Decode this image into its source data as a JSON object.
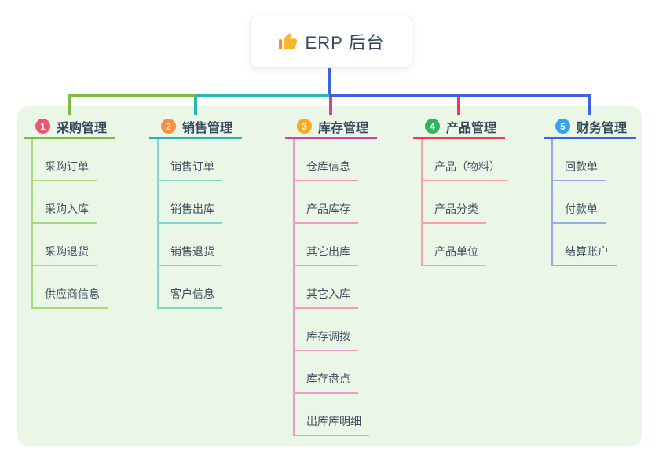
{
  "root": {
    "label": "ERP 后台",
    "icon": "thumbs-up-icon",
    "icon_color": "#f5b82a",
    "icon_cuff_color": "#e3952f"
  },
  "canvas": {
    "background": "#ffffff",
    "panel_background": "#ebf7e6",
    "connector_color": "#3e62e4",
    "title_text_color": "#36495c",
    "child_text_color": "#3d4f60"
  },
  "branches": [
    {
      "number": "1",
      "title": "采购管理",
      "badge_color": "#f25375",
      "line_color": "#7cbd3f",
      "child_line_color": "#abd781",
      "children": [
        "采购订单",
        "采购入库",
        "采购退货",
        "供应商信息"
      ]
    },
    {
      "number": "2",
      "title": "销售管理",
      "badge_color": "#fb8d41",
      "line_color": "#29b6ae",
      "child_line_color": "#82d5cf",
      "children": [
        "销售订单",
        "销售出库",
        "销售退货",
        "客户信息"
      ]
    },
    {
      "number": "3",
      "title": "库存管理",
      "badge_color": "#f9a922",
      "line_color": "#d63f9e",
      "child_line_color": "#ec9bca",
      "children": [
        "仓库信息",
        "产品库存",
        "其它出库",
        "其它入库",
        "库存调拨",
        "库存盘点",
        "出库库明细"
      ]
    },
    {
      "number": "4",
      "title": "产品管理",
      "badge_color": "#2db45e",
      "line_color": "#f4384f",
      "child_line_color": "#f8a0a9",
      "children": [
        "产品（物料）",
        "产品分类",
        "产品单位"
      ]
    },
    {
      "number": "5",
      "title": "财务管理",
      "badge_color": "#32a2f2",
      "line_color": "#3e62e4",
      "child_line_color": "#98abe9",
      "children": [
        "回款单",
        "付款单",
        "结算账户"
      ]
    }
  ]
}
